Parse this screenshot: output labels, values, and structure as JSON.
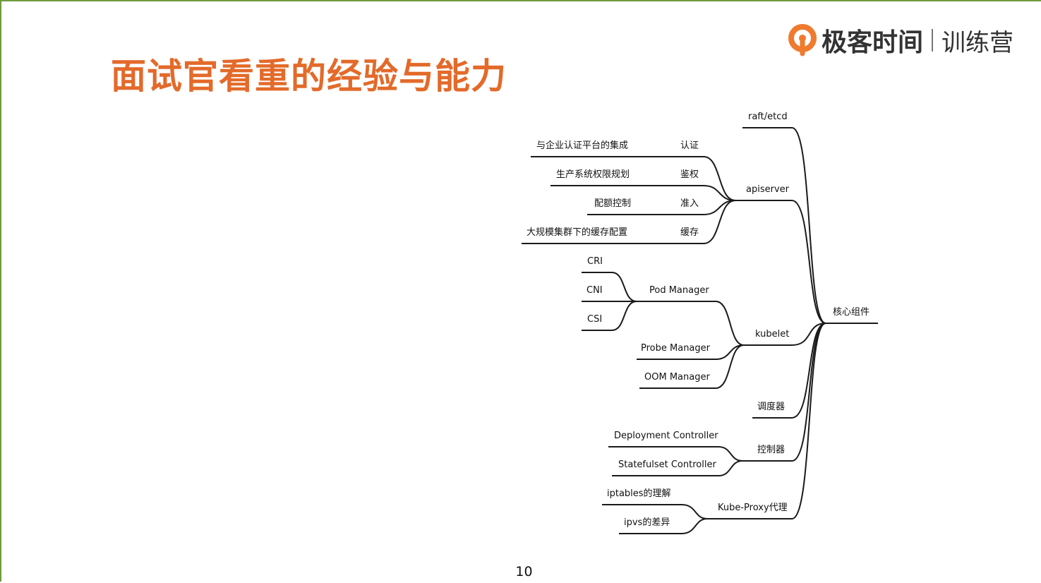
{
  "slide": {
    "title": "面试官看重的经验与能力",
    "page_number": "10",
    "accent_color": "#e36a2a",
    "border_color": "#6f9a3c"
  },
  "logo": {
    "brand": "极客时间",
    "sub": "训练营",
    "icon": "geektime-logo-icon",
    "color": "#f07a2e"
  },
  "mindmap": {
    "root": "核心组件",
    "branches": [
      {
        "label": "raft/etcd",
        "children": []
      },
      {
        "label": "apiserver",
        "children": [
          {
            "label": "认证",
            "children": [
              {
                "label": "与企业认证平台的集成"
              }
            ]
          },
          {
            "label": "鉴权",
            "children": [
              {
                "label": "生产系统权限规划"
              }
            ]
          },
          {
            "label": "准入",
            "children": [
              {
                "label": "配额控制"
              }
            ]
          },
          {
            "label": "缓存",
            "children": [
              {
                "label": "大规模集群下的缓存配置"
              }
            ]
          }
        ]
      },
      {
        "label": "kubelet",
        "children": [
          {
            "label": "Pod Manager",
            "children": [
              {
                "label": "CRI"
              },
              {
                "label": "CNI"
              },
              {
                "label": "CSI"
              }
            ]
          },
          {
            "label": "Probe Manager",
            "children": []
          },
          {
            "label": "OOM Manager",
            "children": []
          }
        ]
      },
      {
        "label": "调度器",
        "children": []
      },
      {
        "label": "控制器",
        "children": [
          {
            "label": "Deployment Controller"
          },
          {
            "label": "Statefulset Controller"
          }
        ]
      },
      {
        "label": "Kube-Proxy代理",
        "children": [
          {
            "label": "iptables的理解"
          },
          {
            "label": "ipvs的差异"
          }
        ]
      }
    ]
  }
}
